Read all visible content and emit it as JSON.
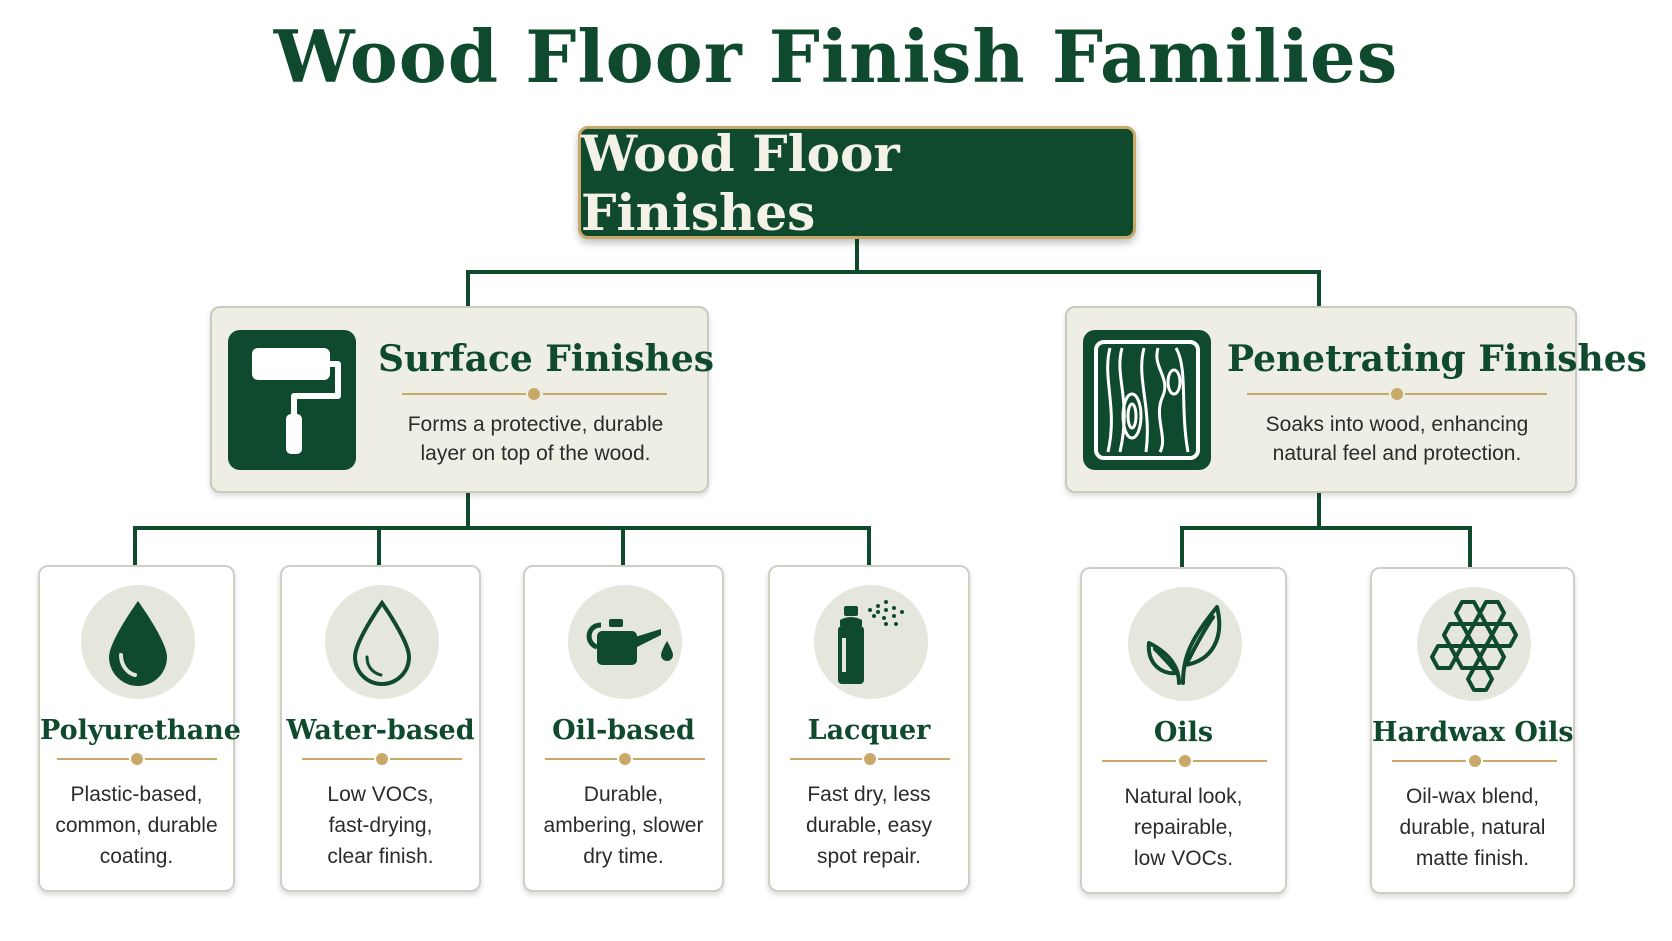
{
  "title": "Wood Floor Finish Families",
  "root": {
    "label": "Wood Floor Finishes"
  },
  "families": [
    {
      "title": "Surface Finishes",
      "desc_line1": "Forms a protective, durable",
      "desc_line2": "layer on top of the wood.",
      "icon": "paint-roller-icon",
      "children": [
        {
          "name": "Polyurethane",
          "line1": "Plastic-based,",
          "line2": "common, durable",
          "line3": "coating.",
          "icon": "solid-drop-icon"
        },
        {
          "name": "Water-based",
          "line1": "Low VOCs,",
          "line2": "fast-drying,",
          "line3": "clear finish.",
          "icon": "outline-drop-icon"
        },
        {
          "name": "Oil-based",
          "line1": "Durable,",
          "line2": "ambering, slower",
          "line3": "dry time.",
          "icon": "oil-can-icon"
        },
        {
          "name": "Lacquer",
          "line1": "Fast dry, less",
          "line2": "durable, easy",
          "line3": "spot repair.",
          "icon": "spray-can-icon"
        }
      ]
    },
    {
      "title": "Penetrating Finishes",
      "desc_line1": "Soaks into wood, enhancing",
      "desc_line2": "natural feel and protection.",
      "icon": "wood-grain-icon",
      "children": [
        {
          "name": "Oils",
          "line1": "Natural look,",
          "line2": "repairable,",
          "line3": "low VOCs.",
          "icon": "leaf-icon"
        },
        {
          "name": "Hardwax Oils",
          "line1": "Oil-wax blend,",
          "line2": "durable, natural",
          "line3": "matte finish.",
          "icon": "honeycomb-icon"
        }
      ]
    }
  ],
  "colors": {
    "primary": "#0f4a2e",
    "accent": "#c9a96a",
    "panel": "#eeeee4",
    "icon_circle": "#e6e7dc"
  }
}
